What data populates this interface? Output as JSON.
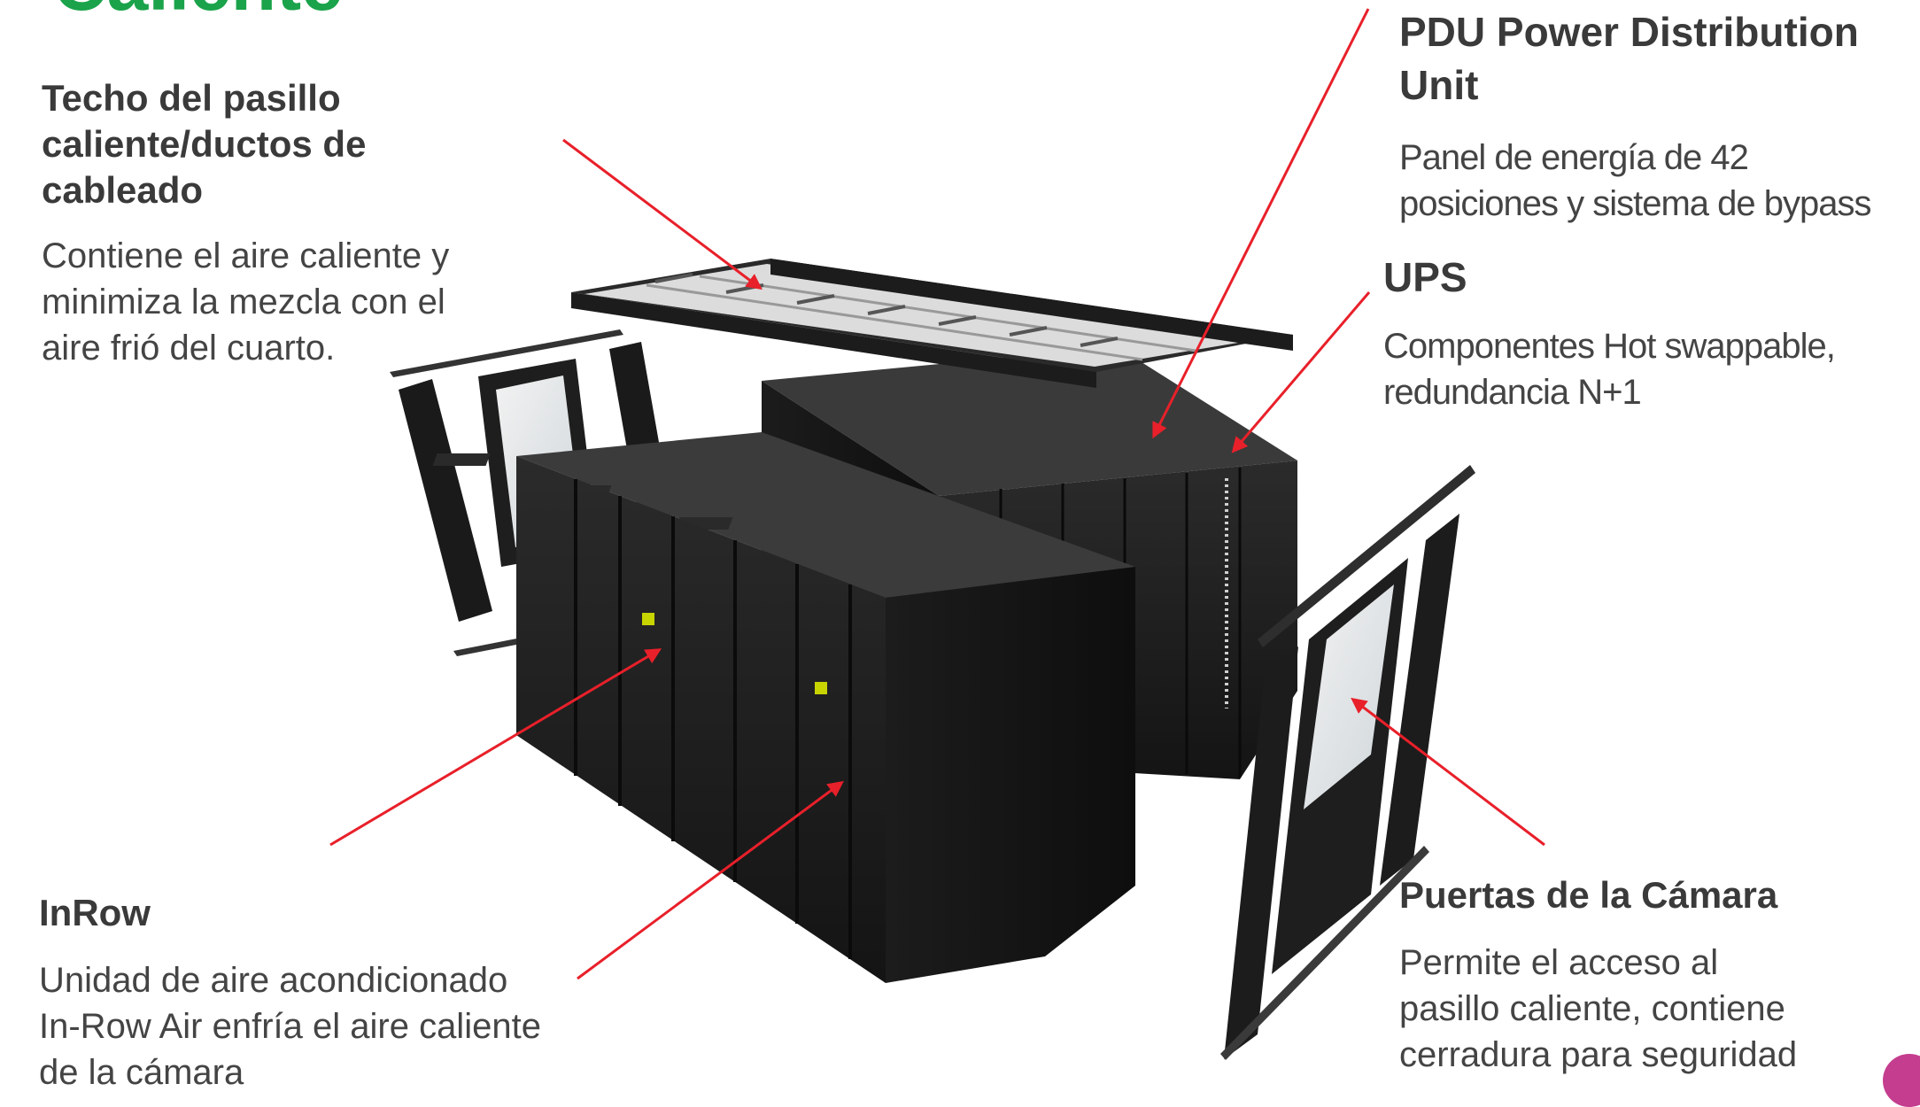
{
  "header": {
    "partial_title": "Caliente"
  },
  "labels": {
    "techo": {
      "title": [
        "Techo del pasillo",
        "caliente/ductos de",
        "cableado"
      ],
      "desc": [
        "Contiene el aire caliente y",
        "minimiza la mezcla con el",
        "aire frió del cuarto."
      ]
    },
    "pdu": {
      "title": [
        "PDU Power Distribution",
        "Unit"
      ],
      "desc": [
        "Panel de energía de 42",
        "posiciones y sistema de bypass"
      ]
    },
    "ups": {
      "title": [
        "UPS"
      ],
      "desc": [
        "Componentes Hot swappable,",
        "redundancia N+1"
      ]
    },
    "inrow": {
      "title": [
        "InRow"
      ],
      "desc": [
        "Unidad de aire acondicionado",
        "In-Row Air enfría el aire caliente",
        "de la cámara"
      ]
    },
    "puertas": {
      "title": [
        "Puertas de la Cámara"
      ],
      "desc": [
        "Permite el acceso al",
        "pasillo caliente, contiene",
        "cerradura para seguridad"
      ]
    }
  },
  "colors": {
    "arrow": "#e8202a",
    "accent_green": "#1aa34a",
    "rack_dark": "#1f1f1f",
    "rack_top": "#3a3a3a"
  }
}
